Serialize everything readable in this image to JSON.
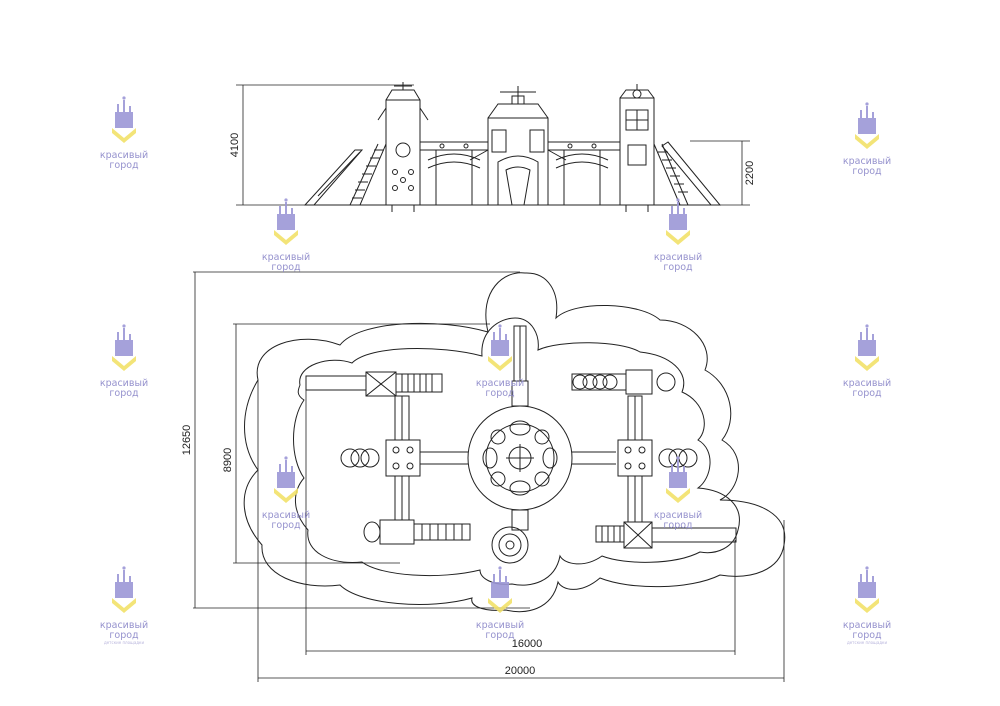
{
  "dimensions": {
    "elevation_height": "4100",
    "elevation_platform": "2200",
    "plan_outer_depth": "12650",
    "plan_inner_depth": "8900",
    "plan_inner_width": "16000",
    "plan_outer_width": "20000"
  },
  "watermark": {
    "brand_line1": "красивый",
    "brand_line2": "город",
    "tagline": "детские площадки",
    "colors": {
      "primary": "#8a86c8",
      "accent": "#f2e26a"
    }
  }
}
